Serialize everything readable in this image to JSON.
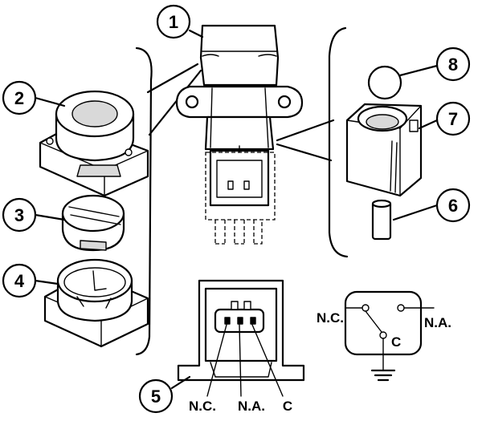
{
  "callouts": {
    "c1": "1",
    "c2": "2",
    "c3": "3",
    "c4": "4",
    "c5": "5",
    "c6": "6",
    "c7": "7",
    "c8": "8"
  },
  "connector_labels": {
    "nc": "N.C.",
    "na": "N.A.",
    "c": "C"
  },
  "schematic_labels": {
    "nc": "N.C.",
    "na": "N.A.",
    "c": "C"
  }
}
